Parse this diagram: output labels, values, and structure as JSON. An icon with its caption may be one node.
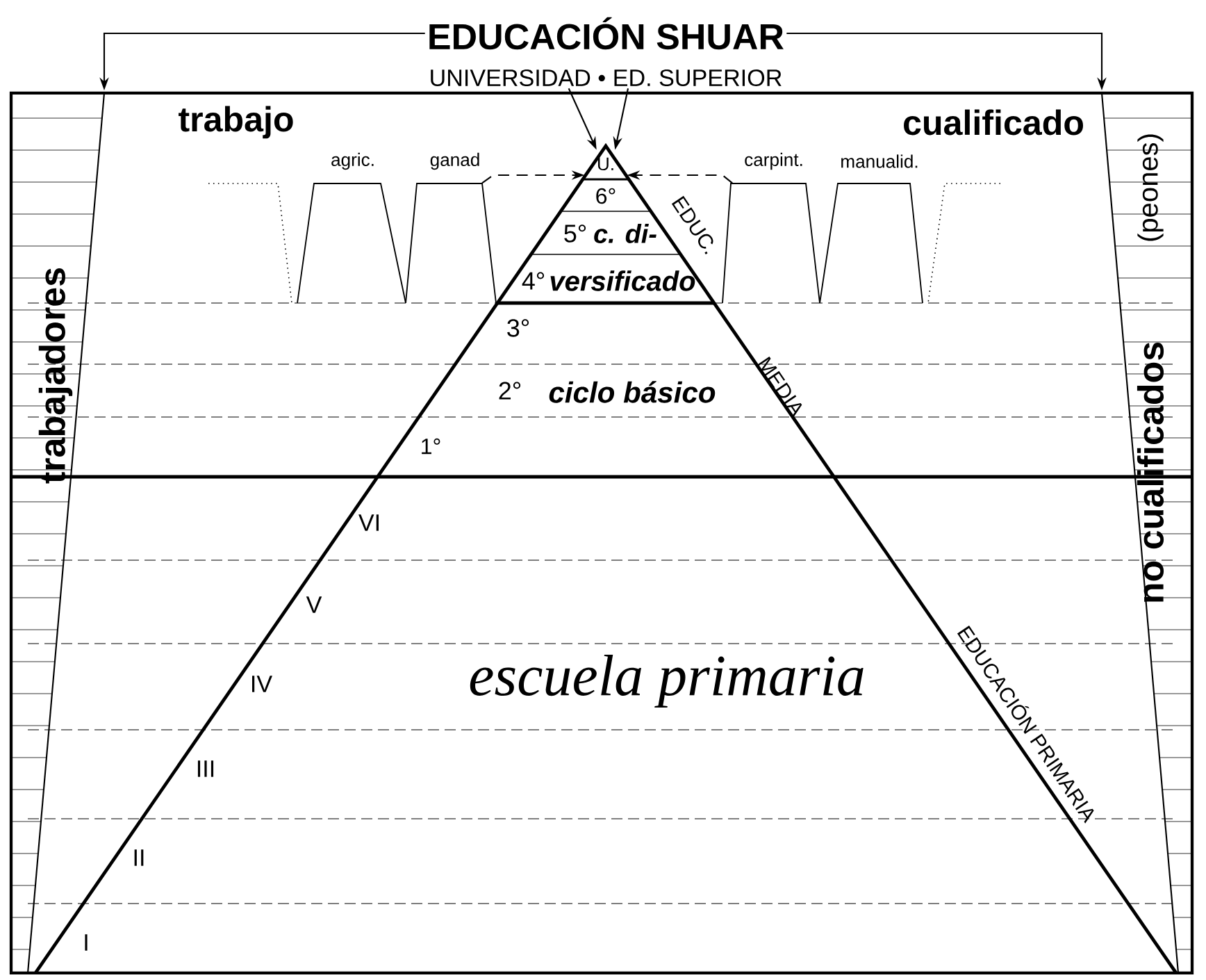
{
  "diagram": {
    "nodes": [
      {
        "text": [
          "EDUCACIÓN SHUAR"
        ]
      },
      {
        "text": [
          "UNIVERSIDAD • ED. SUPERIOR"
        ]
      },
      {
        "text": [
          "U."
        ]
      },
      {
        "text": [],
        "shape": "trapezoid",
        "beside": [
          "agric."
        ]
      },
      {
        "text": [],
        "shape": "trapezoid",
        "beside": [
          "ganad"
        ]
      },
      {
        "text": [
          "6°"
        ]
      },
      {
        "text": [],
        "shape": "trapezoid",
        "beside": [
          "carpint."
        ]
      },
      {
        "text": [],
        "shape": "trapezoid",
        "beside": [
          "manualid."
        ]
      }
    ],
    "edges": [
      {
        "from": 0,
        "to": null,
        "arrow": "to"
      },
      {
        "from": 0,
        "to": null,
        "arrow": "to"
      },
      {
        "from": 1,
        "to": 2,
        "arrow": "to"
      },
      {
        "from": 1,
        "to": 2,
        "arrow": "to"
      },
      {
        "from": 4,
        "to": 2,
        "arrow": "to",
        "style": "dashed"
      },
      {
        "from": 6,
        "to": 2,
        "arrow": "to",
        "style": "dashed"
      }
    ],
    "labels": [
      "trabajo",
      "cualificado",
      "trabajadores",
      "no cualificados",
      "(peones)",
      "EDUC.",
      "5°",
      "c. di-",
      "4°",
      "versificado",
      "3°",
      "MEDIA",
      "2°",
      "ciclo básico",
      "1°",
      "VI",
      "V",
      "IV",
      "escuela primaria",
      "EDUCACIÓN PRIMARIA",
      "III",
      "II",
      "I"
    ]
  }
}
